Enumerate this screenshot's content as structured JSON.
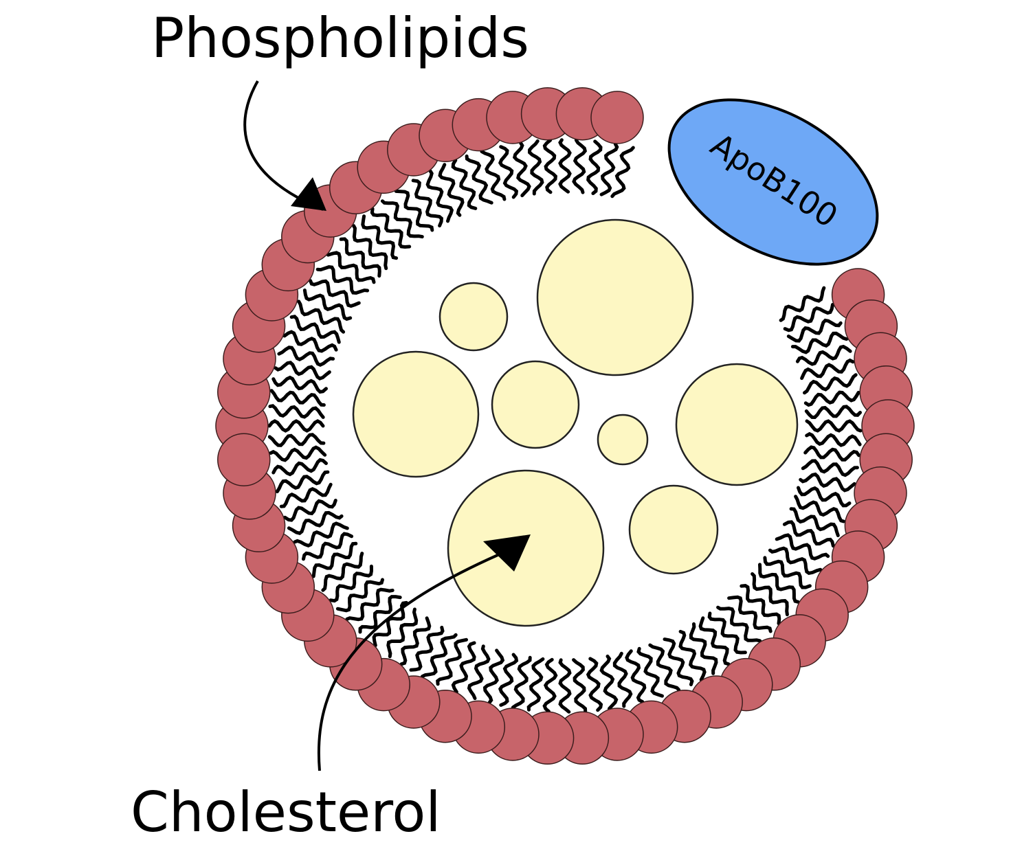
{
  "labels": {
    "phospholipids": "Phospholipids",
    "cholesterol": "Cholesterol",
    "apolipoprotein": "ApoB100"
  },
  "colors": {
    "background": "#ffffff",
    "phospholipid_head": "#c7646a",
    "phospholipid_head_stroke": "#3a1c1c",
    "lipid_tail": "#000000",
    "cholesterol_fill": "#fdf7c3",
    "cholesterol_stroke": "#222222",
    "apob100_fill": "#6ea8f6",
    "apob100_stroke": "#000000",
    "arrow": "#000000"
  },
  "icons": {
    "phospholipid_head": "red-circle",
    "lipid_tail": "wavy-line",
    "cholesterol": "yellow-circle",
    "apob100": "blue-ellipse"
  }
}
